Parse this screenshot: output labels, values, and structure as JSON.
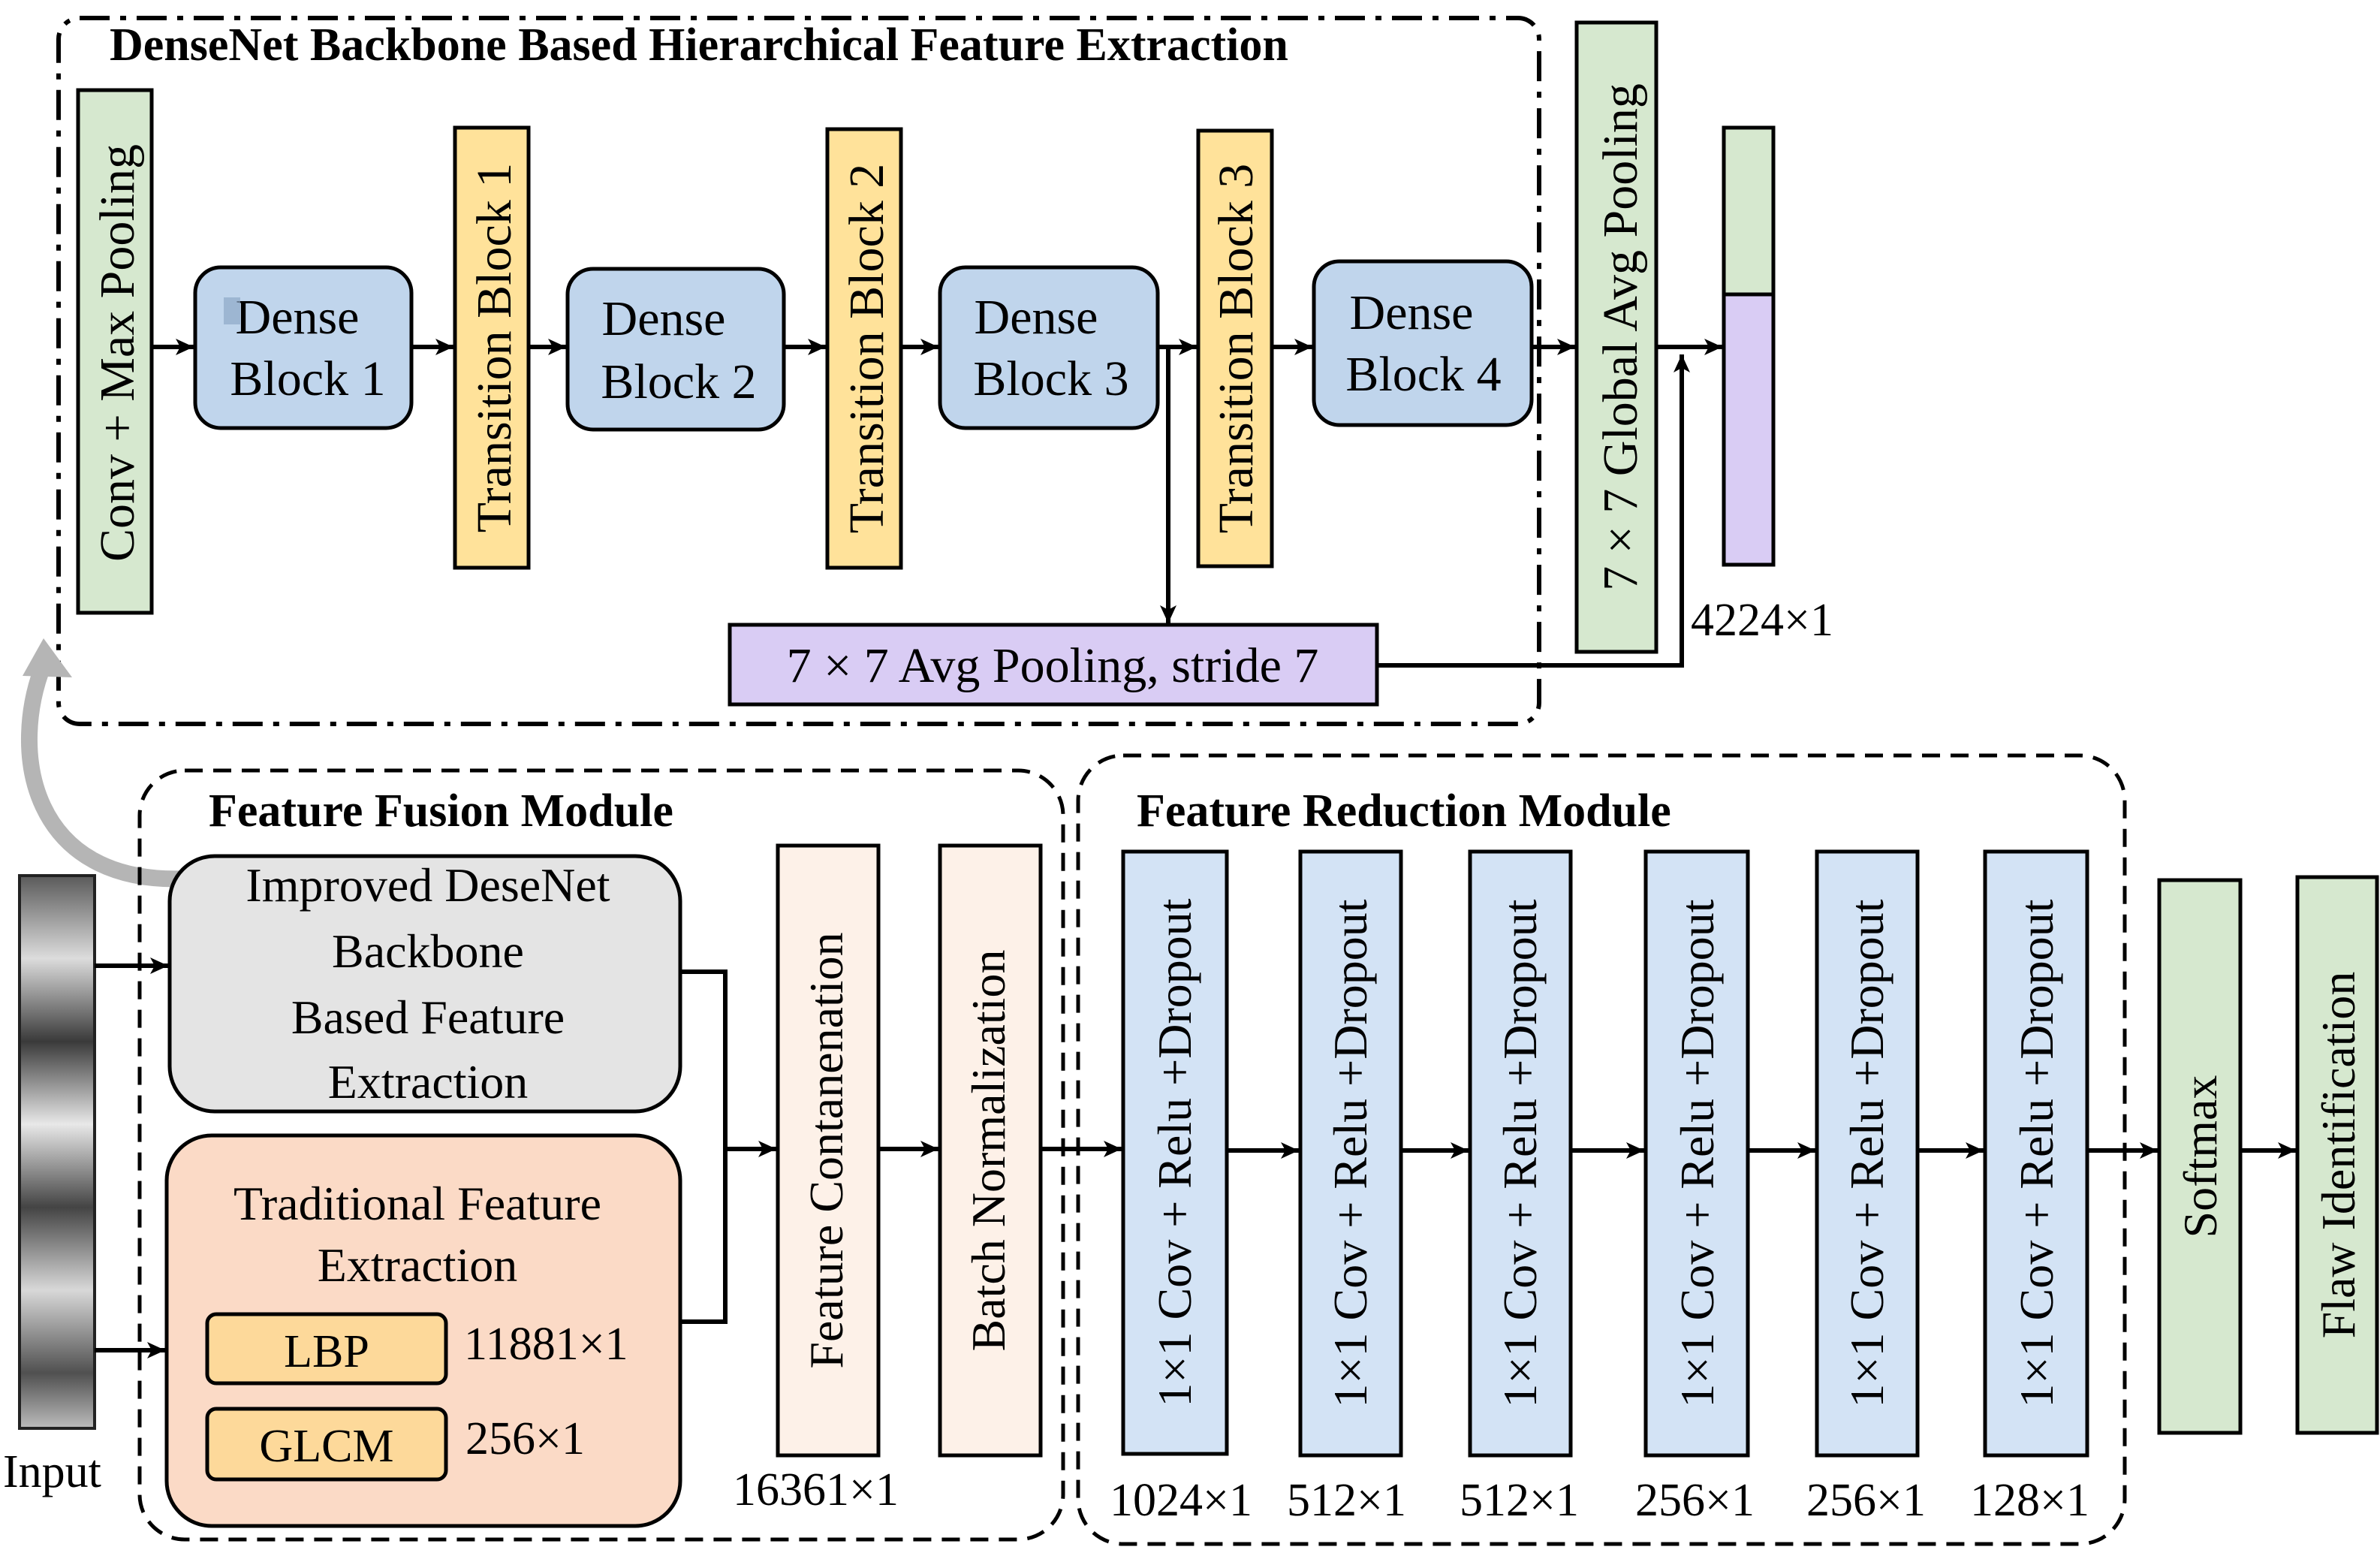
{
  "colors": {
    "blue_block": "#c0d5ec",
    "yellow_block": "#ffe29a",
    "green_block": "#d6e8cf",
    "purple_block": "#d9ccf4",
    "cream_block": "#fdf1e8",
    "gray_box": "#e4e4e4",
    "peach_box": "#fbdac6",
    "orange_small": "#fdd99a",
    "light_blue_col": "#d3e3f5"
  },
  "backbone": {
    "title": "DenseNet Backbone Based Hierarchical Feature Extraction",
    "conv_pool": "Conv + Max Pooling",
    "dense1": [
      "Dense",
      "Block 1"
    ],
    "dense2": [
      "Dense",
      "Block 2"
    ],
    "dense3": [
      "Dense",
      "Block 3"
    ],
    "dense4": [
      "Dense",
      "Block 4"
    ],
    "trans1": "Transition Block 1",
    "trans2": "Transition Block 2",
    "trans3": "Transition Block 3",
    "avg_pool": "7 × 7 Avg Pooling, stride 7",
    "global_pool": "7 × 7  Global Avg Pooling",
    "output_dim": "4224×1"
  },
  "input_label": "Input",
  "fusion": {
    "title": "Feature Fusion Module",
    "improved": [
      "Improved DeseNet",
      "Backbone",
      "Based Feature",
      "Extraction"
    ],
    "traditional": [
      "Traditional Feature",
      "Extraction"
    ],
    "lbp": "LBP",
    "lbp_dim": "11881×1",
    "glcm": "GLCM",
    "glcm_dim": "256×1",
    "concat": "Feature Contanenation",
    "concat_dim": "16361×1",
    "batchnorm": "Batch Normalization"
  },
  "reduction": {
    "title": "Feature Reduction Module",
    "layer_label": "1×1 Cov + Relu +Dropout",
    "dims": [
      "1024×1",
      "512×1",
      "512×1",
      "256×1",
      "256×1",
      "128×1"
    ]
  },
  "softmax": "Softmax",
  "flaw": "Flaw Identification"
}
